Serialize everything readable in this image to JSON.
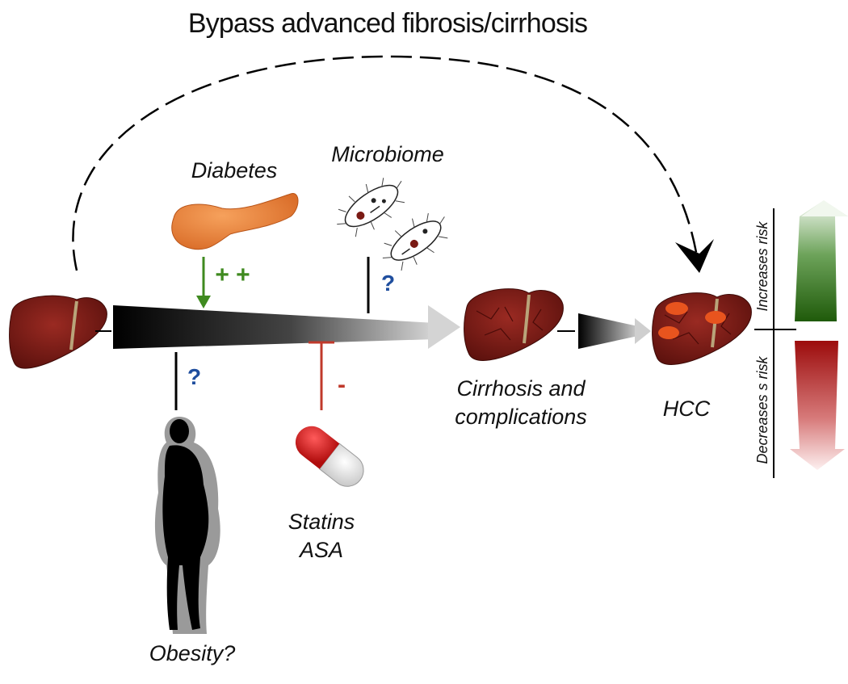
{
  "title": "Bypass advanced fibrosis/cirrhosis",
  "factors": {
    "diabetes": {
      "label": "Diabetes",
      "effect": "+ +"
    },
    "microbiome": {
      "label": "Microbiome",
      "effect": "?"
    },
    "obesity": {
      "label": "Obesity?",
      "effect": "?"
    },
    "statins": {
      "label_line1": "Statins",
      "label_line2": "ASA",
      "effect": "-"
    }
  },
  "stages": {
    "cirrhosis": {
      "label_line1": "Cirrhosis and",
      "label_line2": "complications"
    },
    "hcc": {
      "label": "HCC"
    }
  },
  "risk_scale": {
    "increases": "Increases risk",
    "decreases": "Decreases s risk",
    "increase_color": "#2e6b12",
    "decrease_color": "#a80f0f"
  },
  "colors": {
    "liver": "#7a1a14",
    "pancreas": "#e8823a",
    "promote": "#3f8a1f",
    "inhibit": "#c0392b",
    "question": "#1f4e9e"
  },
  "icons": [
    "liver-icon",
    "pancreas-icon",
    "bacteria-icon",
    "pill-icon",
    "person-silhouette-icon",
    "tumor-spot-icon"
  ]
}
